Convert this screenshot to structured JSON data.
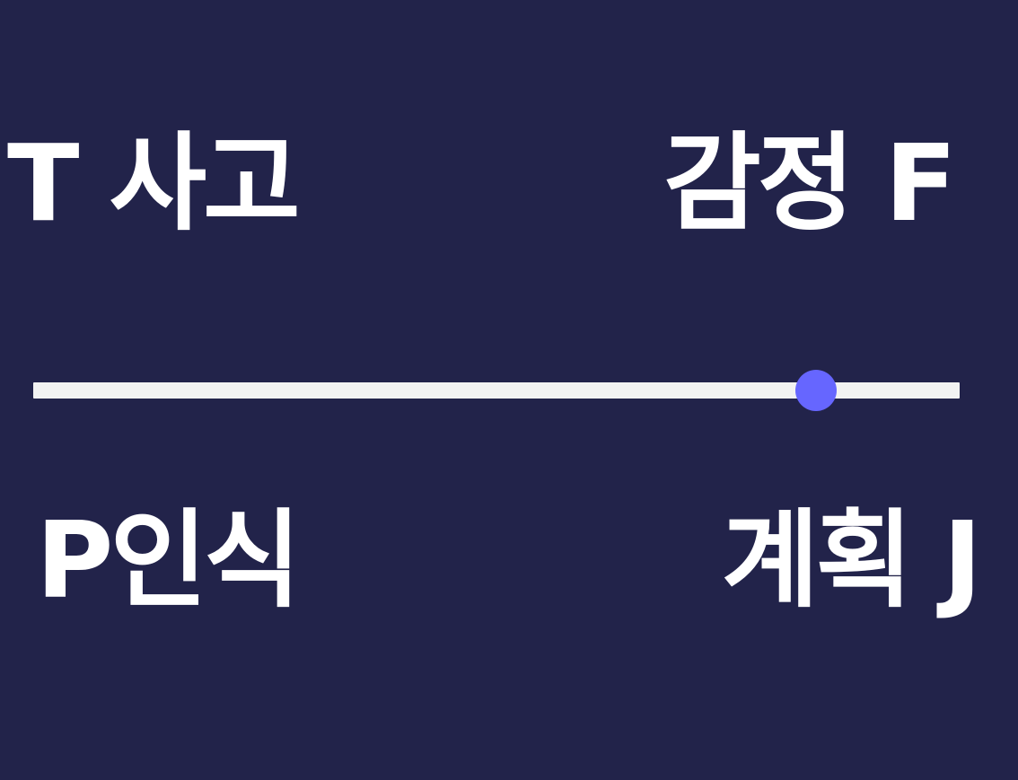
{
  "labels": {
    "top_left": "T 사고",
    "top_right": "감정 F",
    "bottom_left": "P인식",
    "bottom_right": "계획 J"
  },
  "slider": {
    "value_fraction": 0.845
  },
  "colors": {
    "background": "#22234a",
    "text": "#ffffff",
    "track": "#f2f2f2",
    "thumb": "#6666ff"
  }
}
